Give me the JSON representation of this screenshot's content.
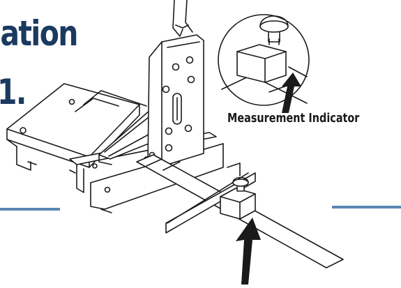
{
  "heading": {
    "line1": "ation",
    "line2": "1."
  },
  "callout": {
    "label": "Measurement Indicator"
  },
  "colors": {
    "heading": "#1b3a5f",
    "accent_rule": "#5b86b3",
    "line_art": "#1a1a1a"
  }
}
